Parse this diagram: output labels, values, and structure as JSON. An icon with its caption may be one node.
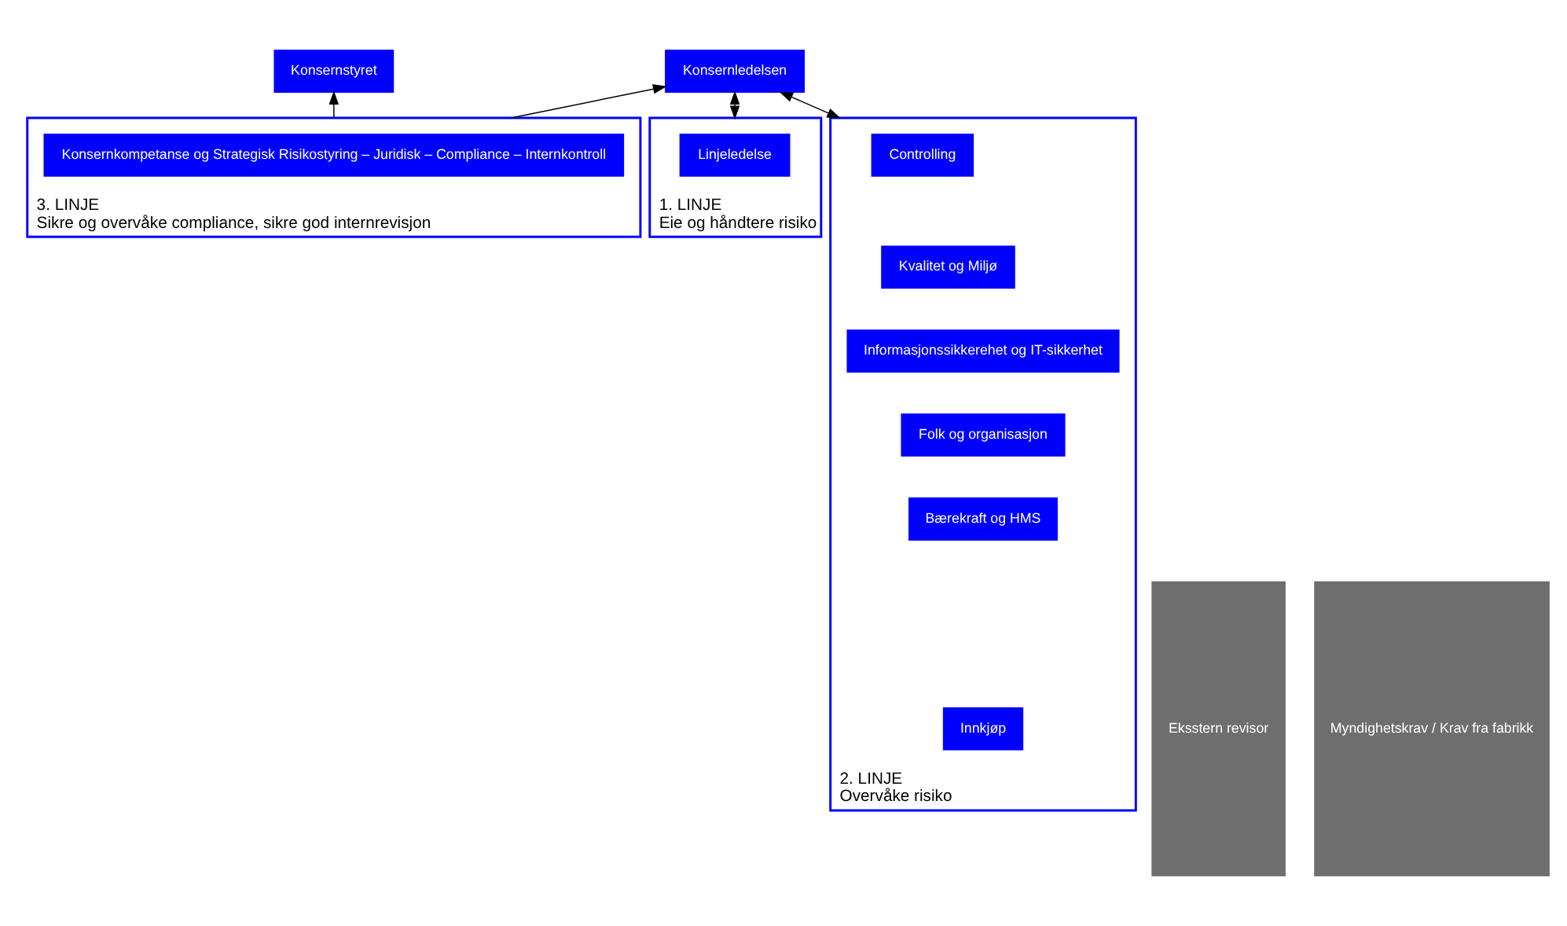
{
  "diagram": {
    "nodes": [
      {
        "text": [
          "Konsernstyret"
        ]
      },
      {
        "text": [
          "Konsernledelsen"
        ]
      },
      {
        "text": [
          "1. LINJE",
          "Eie og håndtere risiko"
        ]
      },
      {
        "text": [
          "Linjeledelse"
        ],
        "in": 2
      },
      {
        "text": [
          "2. LINJE",
          "Overvåke risiko"
        ]
      },
      {
        "text": [
          "Controlling"
        ],
        "in": 4
      },
      {
        "text": [
          "Kvalitet og Miljø"
        ],
        "in": 4
      },
      {
        "text": [
          "Informasjonssikkerehet og IT-sikkerhet"
        ],
        "in": 4
      },
      {
        "text": [
          "Folk og organisasjon"
        ],
        "in": 4
      },
      {
        "text": [
          "Bærekraft og HMS"
        ],
        "in": 4
      },
      {
        "text": [
          "Innkjøp"
        ],
        "in": 4
      },
      {
        "text": [
          "3. LINJE",
          "Sikre og overvåke compliance, sikre god internrevisjon"
        ]
      },
      {
        "text": [
          "Konsernkompetanse og Strategisk Risikostyring – Juridisk – Compliance – Internkontroll"
        ],
        "in": 11
      },
      {
        "text": [
          "Eksstern revisor"
        ]
      },
      {
        "text": [
          "Myndighetskrav / Krav fra fabrikk"
        ]
      }
    ],
    "edges": [
      {
        "from": 2,
        "to": 1,
        "arrow": "both"
      },
      {
        "from": 4,
        "to": 1,
        "arrow": "both"
      },
      {
        "from": 11,
        "to": 1,
        "arrow": "to"
      },
      {
        "from": 11,
        "to": 0,
        "arrow": "to"
      }
    ]
  }
}
